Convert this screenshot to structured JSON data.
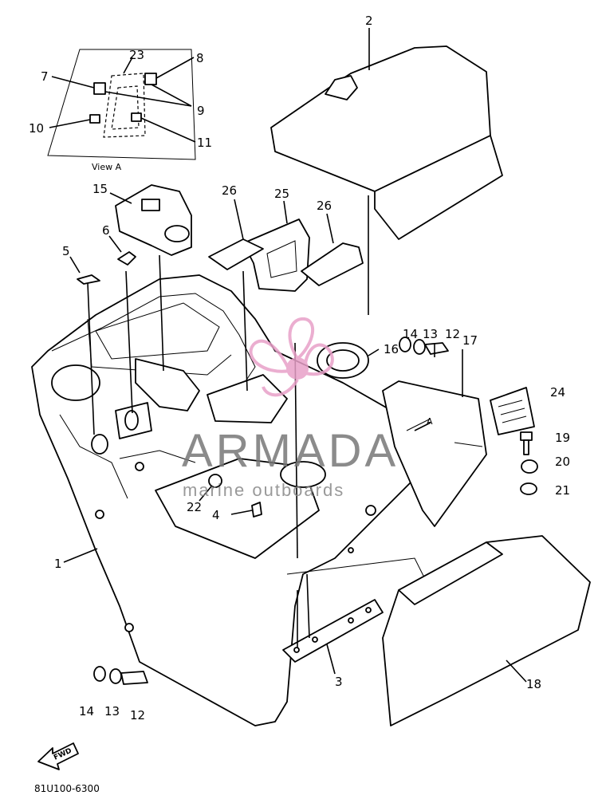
{
  "diagram": {
    "view_label": "View A",
    "view_marker": "A",
    "drawing_code": "81U100-6300",
    "front_arrow_label": "FWD",
    "callouts": [
      "1",
      "2",
      "3",
      "4",
      "5",
      "6",
      "7",
      "8",
      "9",
      "10",
      "11",
      "12",
      "13",
      "14",
      "15",
      "16",
      "17",
      "18",
      "19",
      "20",
      "21",
      "22",
      "23",
      "24",
      "25",
      "26"
    ],
    "callouts_repeat": [
      "12",
      "13",
      "14",
      "26"
    ]
  },
  "watermark": {
    "brand": "ARMADA",
    "tagline": "marine outboards",
    "colors": {
      "logo": "#e8a0c8",
      "text": "#808080"
    }
  },
  "colors": {
    "ink": "#000000",
    "paper": "#ffffff"
  }
}
